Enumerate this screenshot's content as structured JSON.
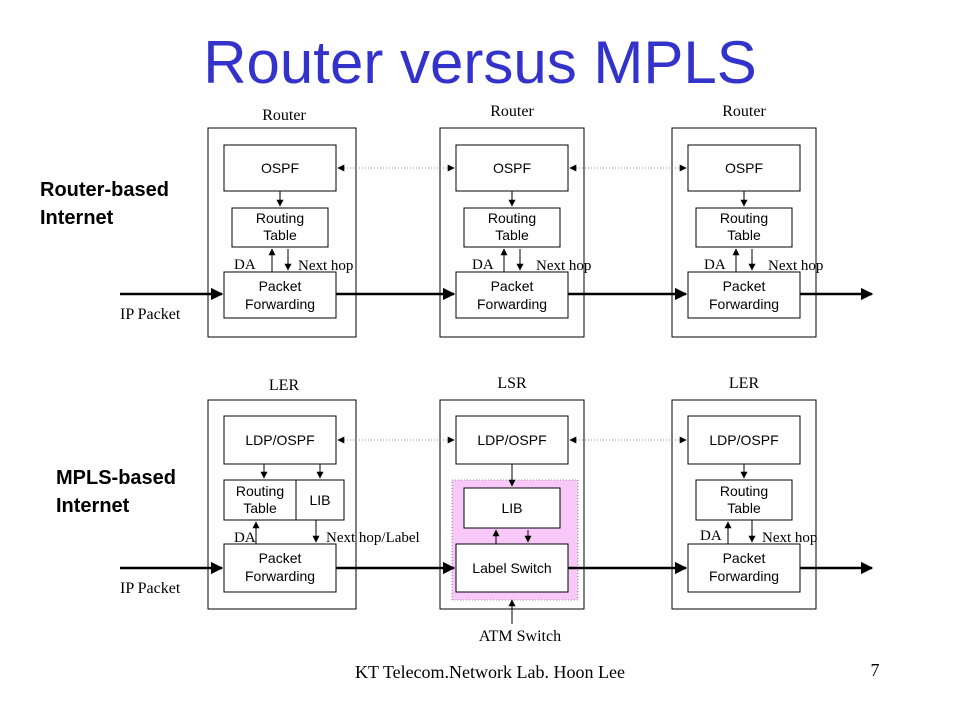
{
  "title": "Router versus MPLS",
  "footer": {
    "left": "KT Telecom.Network Lab.  Hoon Lee",
    "right": "7"
  },
  "router_section": {
    "label_line1": "Router-based",
    "label_line2": "Internet",
    "input_label": "IP Packet",
    "nodes": [
      {
        "name": "Router",
        "top": "OSPF",
        "middle_line1": "Routing",
        "middle_line2": "Table",
        "bottom_line1": "Packet",
        "bottom_line2": "Forwarding",
        "da": "DA",
        "next": "Next hop"
      },
      {
        "name": "Router",
        "top": "OSPF",
        "middle_line1": "Routing",
        "middle_line2": "Table",
        "bottom_line1": "Packet",
        "bottom_line2": "Forwarding",
        "da": "DA",
        "next": "Next hop"
      },
      {
        "name": "Router",
        "top": "OSPF",
        "middle_line1": "Routing",
        "middle_line2": "Table",
        "bottom_line1": "Packet",
        "bottom_line2": "Forwarding",
        "da": "DA",
        "next": "Next hop"
      }
    ]
  },
  "mpls_section": {
    "label_line1": "MPLS-based",
    "label_line2": "Internet",
    "input_label": "IP Packet",
    "ler_in": {
      "name": "LER",
      "top": "LDP/OSPF",
      "middle_line1": "Routing",
      "middle_line2": "Table",
      "lib": "LIB",
      "bottom_line1": "Packet",
      "bottom_line2": "Forwarding",
      "da": "DA",
      "next": "Next hop/Label"
    },
    "lsr": {
      "name": "LSR",
      "top": "LDP/OSPF",
      "lib": "LIB",
      "switch": "Label Switch",
      "atm": "ATM Switch"
    },
    "ler_out": {
      "name": "LER",
      "top": "LDP/OSPF",
      "middle_line1": "Routing",
      "middle_line2": "Table",
      "bottom_line1": "Packet",
      "bottom_line2": "Forwarding",
      "da": "DA",
      "next": "Next hop"
    }
  }
}
